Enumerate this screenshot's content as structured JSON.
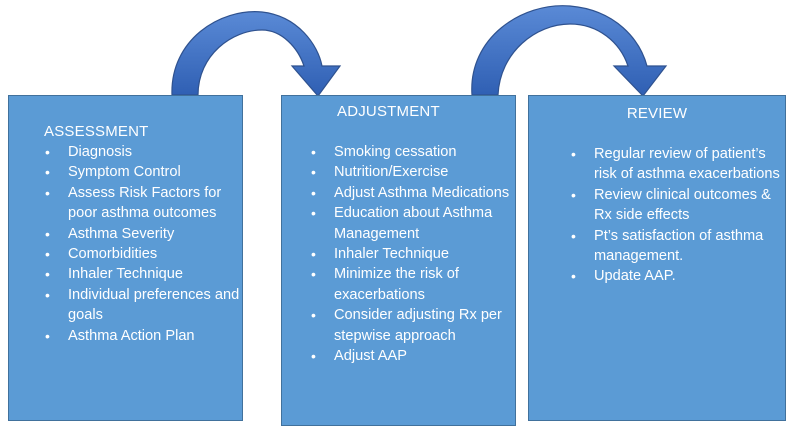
{
  "colors": {
    "box_fill": "#5b9bd5",
    "box_border": "#41719c",
    "arrow_fill": "#4472c4",
    "arrow_stroke": "#2f528f",
    "text": "#ffffff"
  },
  "boxes": [
    {
      "title": "ASSESSMENT",
      "items": [
        "Diagnosis",
        "Symptom Control",
        "Assess Risk Factors for poor asthma outcomes",
        "Asthma Severity",
        "Comorbidities",
        "Inhaler Technique",
        "Individual preferences and goals",
        "Asthma Action Plan"
      ]
    },
    {
      "title": "ADJUSTMENT",
      "items": [
        "Smoking cessation",
        "Nutrition/Exercise",
        "Adjust Asthma Medications",
        "Education about Asthma Management",
        "Inhaler Technique",
        "Minimize the risk of exacerbations",
        "Consider adjusting Rx per stepwise approach",
        "Adjust AAP"
      ]
    },
    {
      "title": "REVIEW",
      "items": [
        "Regular review of patient’s risk of asthma exacerbations",
        "Review clinical outcomes & Rx side effects",
        "Pt’s satisfaction of asthma management.",
        "Update AAP."
      ]
    }
  ],
  "arrows": [
    {
      "from": "ASSESSMENT",
      "to": "ADJUSTMENT",
      "icon": "curved-arrow-icon"
    },
    {
      "from": "ADJUSTMENT",
      "to": "REVIEW",
      "icon": "curved-arrow-icon"
    }
  ]
}
